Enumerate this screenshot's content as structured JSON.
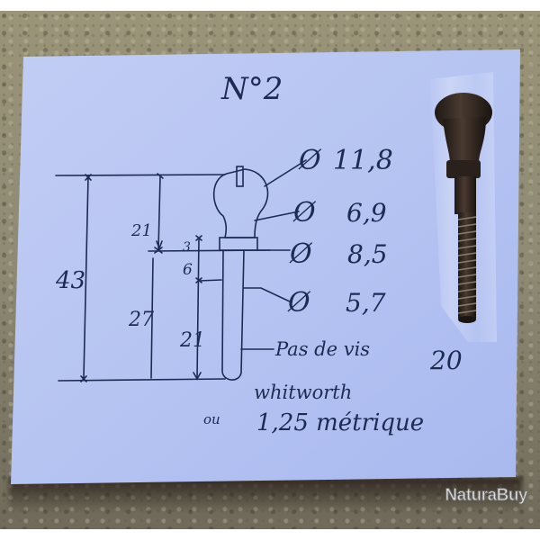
{
  "photo": {
    "subject": "handwritten dimension sketch of a screw with the physical part in a plastic sleeve",
    "colors": {
      "paper": "#b8c6f2",
      "ink": "#1d2a52",
      "stone": "#8e8a74",
      "part": "#2e2420"
    }
  },
  "sketch": {
    "title": "N°2",
    "diameters": [
      {
        "symbol": "Ø",
        "value": "11,8"
      },
      {
        "symbol": "Ø",
        "value": "6,9"
      },
      {
        "symbol": "Ø",
        "value": "8,5"
      },
      {
        "symbol": "Ø",
        "value": "5,7"
      }
    ],
    "lengths": {
      "overall": "43",
      "head": "21",
      "shank": "27",
      "collar": "3",
      "neck": "6",
      "thread": "21"
    },
    "note": {
      "line1_prefix": "Pas de vis",
      "line1_value": "20",
      "line2": "whitworth",
      "line3_prefix": "ou",
      "line3_value": "1,25 métrique"
    }
  },
  "watermark": {
    "text": "NaturaBuy"
  }
}
